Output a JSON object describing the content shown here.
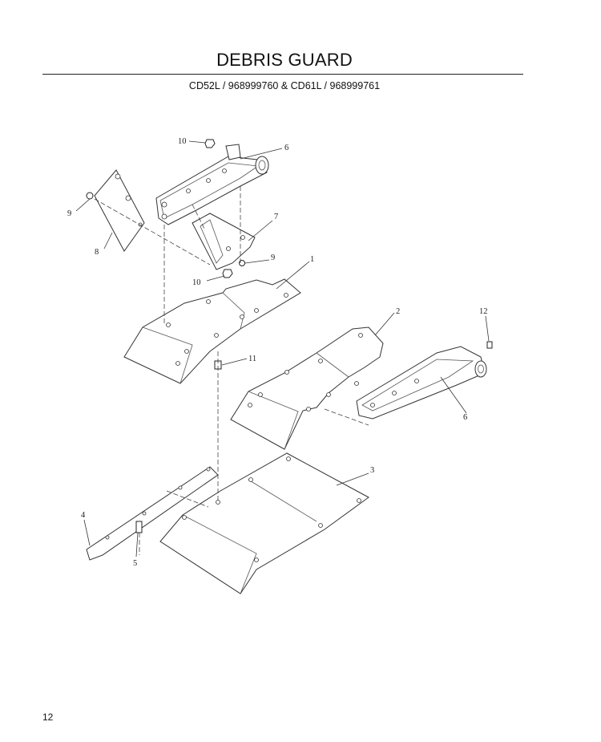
{
  "page": {
    "title": "DEBRIS GUARD",
    "subtitle": "CD52L / 968999760 & CD61L / 968999761",
    "page_number": "12"
  },
  "callouts": {
    "c1": "1",
    "c2": "2",
    "c3": "3",
    "c4": "4",
    "c5": "5",
    "c6a": "6",
    "c6b": "6",
    "c7": "7",
    "c8": "8",
    "c9a": "9",
    "c9b": "9",
    "c10a": "10",
    "c10b": "10",
    "c11": "11",
    "c12": "12"
  }
}
